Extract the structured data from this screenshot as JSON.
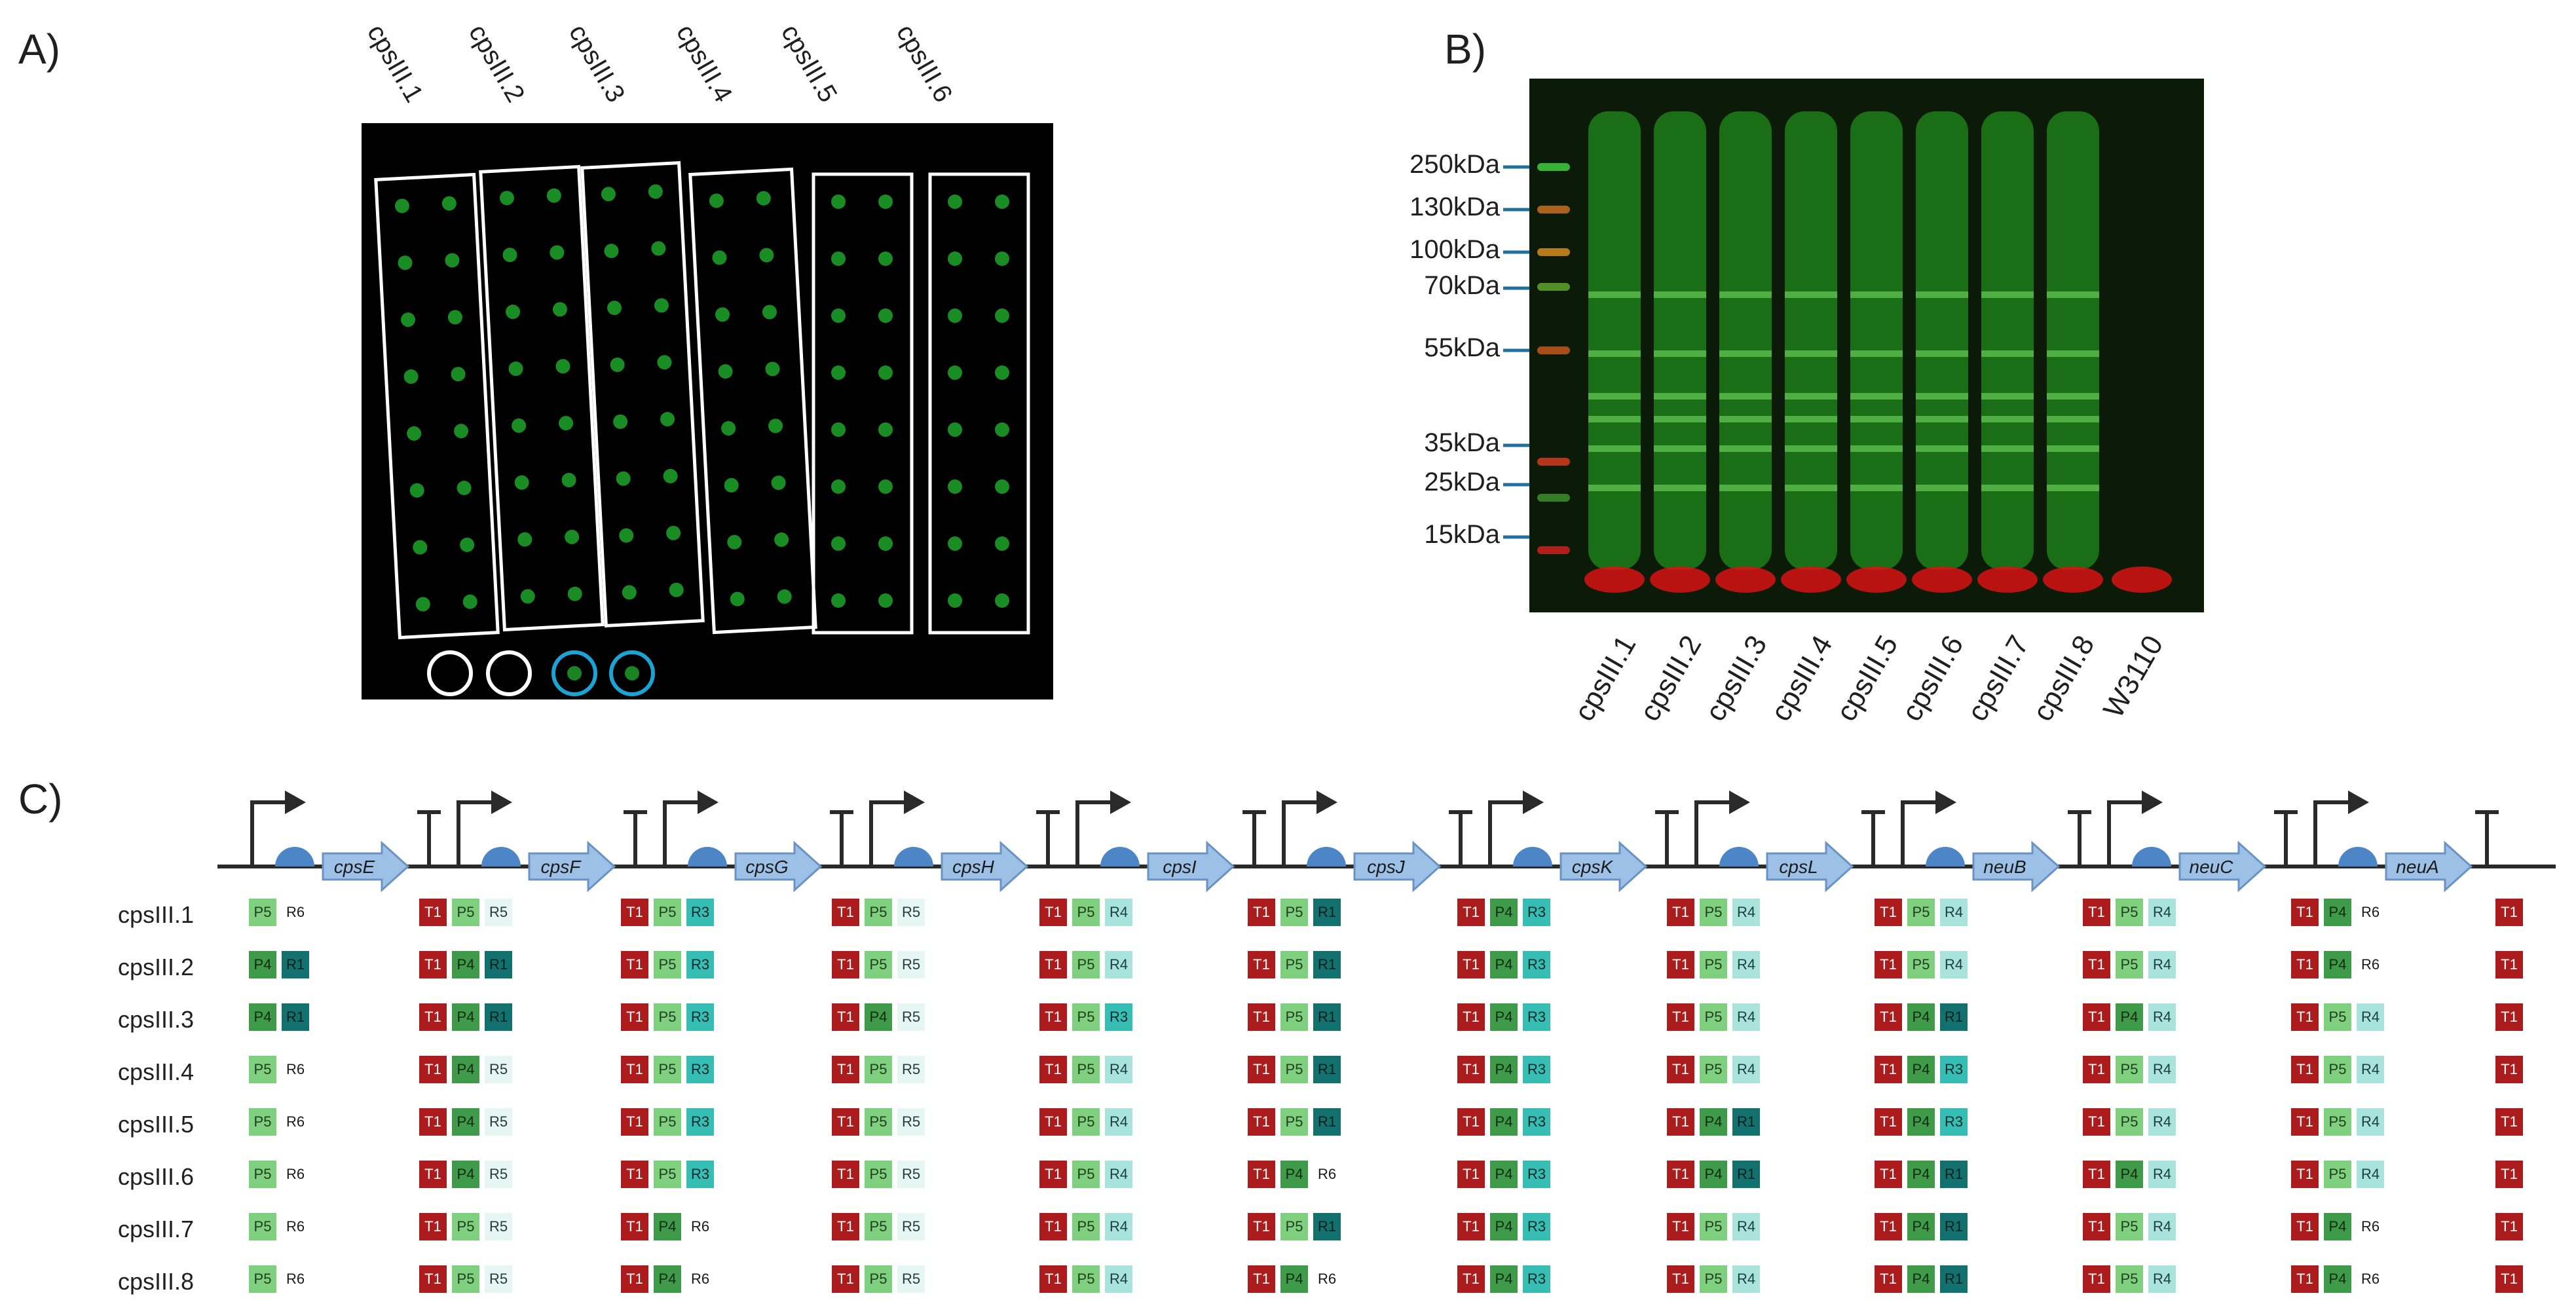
{
  "panels": {
    "a": "A)",
    "b": "B)",
    "c": "C)"
  },
  "panel_a": {
    "column_labels": [
      "cpsIII.1",
      "cpsIII.2",
      "cpsIII.3",
      "cpsIII.4",
      "cpsIII.5",
      "cpsIII.6"
    ],
    "colors": {
      "spot": "#1fa52a",
      "box": "#ffffff",
      "negative_circle": "#ffffff",
      "positive_circle": "#1ba3d4"
    }
  },
  "panel_b": {
    "markers": [
      "250kDa",
      "130kDa",
      "100kDa",
      "70kDa",
      "55kDa",
      "35kDa",
      "25kDa",
      "15kDa"
    ],
    "lanes": [
      "cpsIII.1",
      "cpsIII.2",
      "cpsIII.3",
      "cpsIII.4",
      "cpsIII.5",
      "cpsIII.6",
      "cpsIII.7",
      "cpsIII.8",
      "W3110"
    ],
    "colors": {
      "smear": "#27b623",
      "dye_front": "#d81313",
      "arrow": "#1f6fa0"
    }
  },
  "panel_c": {
    "genes": [
      "cpsE",
      "cpsF",
      "cpsG",
      "cpsH",
      "cpsI",
      "cpsJ",
      "cpsK",
      "cpsL",
      "neuB",
      "neuC",
      "neuA"
    ],
    "rows": [
      {
        "label": "cpsIII.1",
        "parts": [
          [
            "P5",
            "R6"
          ],
          [
            "T1",
            "P5",
            "R5"
          ],
          [
            "T1",
            "P5",
            "R3"
          ],
          [
            "T1",
            "P5",
            "R5"
          ],
          [
            "T1",
            "P5",
            "R4"
          ],
          [
            "T1",
            "P5",
            "R1"
          ],
          [
            "T1",
            "P4",
            "R3"
          ],
          [
            "T1",
            "P5",
            "R4"
          ],
          [
            "T1",
            "P5",
            "R4"
          ],
          [
            "T1",
            "P5",
            "R4"
          ],
          [
            "T1",
            "P4",
            "R6"
          ],
          [
            "T1"
          ]
        ]
      },
      {
        "label": "cpsIII.2",
        "parts": [
          [
            "P4",
            "R1"
          ],
          [
            "T1",
            "P4",
            "R1"
          ],
          [
            "T1",
            "P5",
            "R3"
          ],
          [
            "T1",
            "P5",
            "R5"
          ],
          [
            "T1",
            "P5",
            "R4"
          ],
          [
            "T1",
            "P5",
            "R1"
          ],
          [
            "T1",
            "P4",
            "R3"
          ],
          [
            "T1",
            "P5",
            "R4"
          ],
          [
            "T1",
            "P5",
            "R4"
          ],
          [
            "T1",
            "P5",
            "R4"
          ],
          [
            "T1",
            "P4",
            "R6"
          ],
          [
            "T1"
          ]
        ]
      },
      {
        "label": "cpsIII.3",
        "parts": [
          [
            "P4",
            "R1"
          ],
          [
            "T1",
            "P4",
            "R1"
          ],
          [
            "T1",
            "P5",
            "R3"
          ],
          [
            "T1",
            "P4",
            "R5"
          ],
          [
            "T1",
            "P5",
            "R3"
          ],
          [
            "T1",
            "P5",
            "R1"
          ],
          [
            "T1",
            "P4",
            "R3"
          ],
          [
            "T1",
            "P5",
            "R4"
          ],
          [
            "T1",
            "P4",
            "R1"
          ],
          [
            "T1",
            "P4",
            "R4"
          ],
          [
            "T1",
            "P5",
            "R4"
          ],
          [
            "T1"
          ]
        ]
      },
      {
        "label": "cpsIII.4",
        "parts": [
          [
            "P5",
            "R6"
          ],
          [
            "T1",
            "P4",
            "R5"
          ],
          [
            "T1",
            "P5",
            "R3"
          ],
          [
            "T1",
            "P5",
            "R5"
          ],
          [
            "T1",
            "P5",
            "R4"
          ],
          [
            "T1",
            "P5",
            "R1"
          ],
          [
            "T1",
            "P4",
            "R3"
          ],
          [
            "T1",
            "P5",
            "R4"
          ],
          [
            "T1",
            "P4",
            "R3"
          ],
          [
            "T1",
            "P5",
            "R4"
          ],
          [
            "T1",
            "P5",
            "R4"
          ],
          [
            "T1"
          ]
        ]
      },
      {
        "label": "cpsIII.5",
        "parts": [
          [
            "P5",
            "R6"
          ],
          [
            "T1",
            "P4",
            "R5"
          ],
          [
            "T1",
            "P5",
            "R3"
          ],
          [
            "T1",
            "P5",
            "R5"
          ],
          [
            "T1",
            "P5",
            "R4"
          ],
          [
            "T1",
            "P5",
            "R1"
          ],
          [
            "T1",
            "P4",
            "R3"
          ],
          [
            "T1",
            "P4",
            "R1"
          ],
          [
            "T1",
            "P4",
            "R3"
          ],
          [
            "T1",
            "P5",
            "R4"
          ],
          [
            "T1",
            "P5",
            "R4"
          ],
          [
            "T1"
          ]
        ]
      },
      {
        "label": "cpsIII.6",
        "parts": [
          [
            "P5",
            "R6"
          ],
          [
            "T1",
            "P4",
            "R5"
          ],
          [
            "T1",
            "P5",
            "R3"
          ],
          [
            "T1",
            "P5",
            "R5"
          ],
          [
            "T1",
            "P5",
            "R4"
          ],
          [
            "T1",
            "P4",
            "R6"
          ],
          [
            "T1",
            "P4",
            "R3"
          ],
          [
            "T1",
            "P4",
            "R1"
          ],
          [
            "T1",
            "P4",
            "R1"
          ],
          [
            "T1",
            "P4",
            "R4"
          ],
          [
            "T1",
            "P5",
            "R4"
          ],
          [
            "T1"
          ]
        ]
      },
      {
        "label": "cpsIII.7",
        "parts": [
          [
            "P5",
            "R6"
          ],
          [
            "T1",
            "P5",
            "R5"
          ],
          [
            "T1",
            "P4",
            "R6"
          ],
          [
            "T1",
            "P5",
            "R5"
          ],
          [
            "T1",
            "P5",
            "R4"
          ],
          [
            "T1",
            "P5",
            "R1"
          ],
          [
            "T1",
            "P4",
            "R3"
          ],
          [
            "T1",
            "P5",
            "R4"
          ],
          [
            "T1",
            "P4",
            "R1"
          ],
          [
            "T1",
            "P5",
            "R4"
          ],
          [
            "T1",
            "P4",
            "R6"
          ],
          [
            "T1"
          ]
        ]
      },
      {
        "label": "cpsIII.8",
        "parts": [
          [
            "P5",
            "R6"
          ],
          [
            "T1",
            "P5",
            "R5"
          ],
          [
            "T1",
            "P4",
            "R6"
          ],
          [
            "T1",
            "P5",
            "R5"
          ],
          [
            "T1",
            "P5",
            "R4"
          ],
          [
            "T1",
            "P4",
            "R6"
          ],
          [
            "T1",
            "P4",
            "R3"
          ],
          [
            "T1",
            "P5",
            "R4"
          ],
          [
            "T1",
            "P4",
            "R1"
          ],
          [
            "T1",
            "P5",
            "R4"
          ],
          [
            "T1",
            "P4",
            "R6"
          ],
          [
            "T1"
          ]
        ]
      }
    ],
    "colors": {
      "T1": "#ad1c1c",
      "P5": "#7ed07e",
      "P4": "#3f9a4a",
      "R1": "#12706f",
      "R3": "#36bdb4",
      "R4": "#a8e3dc",
      "R5": "#e6f6f3",
      "R6": "#ffffff",
      "gene_arrow": "#9cc0e6",
      "rbs": "#4d86c7"
    }
  }
}
